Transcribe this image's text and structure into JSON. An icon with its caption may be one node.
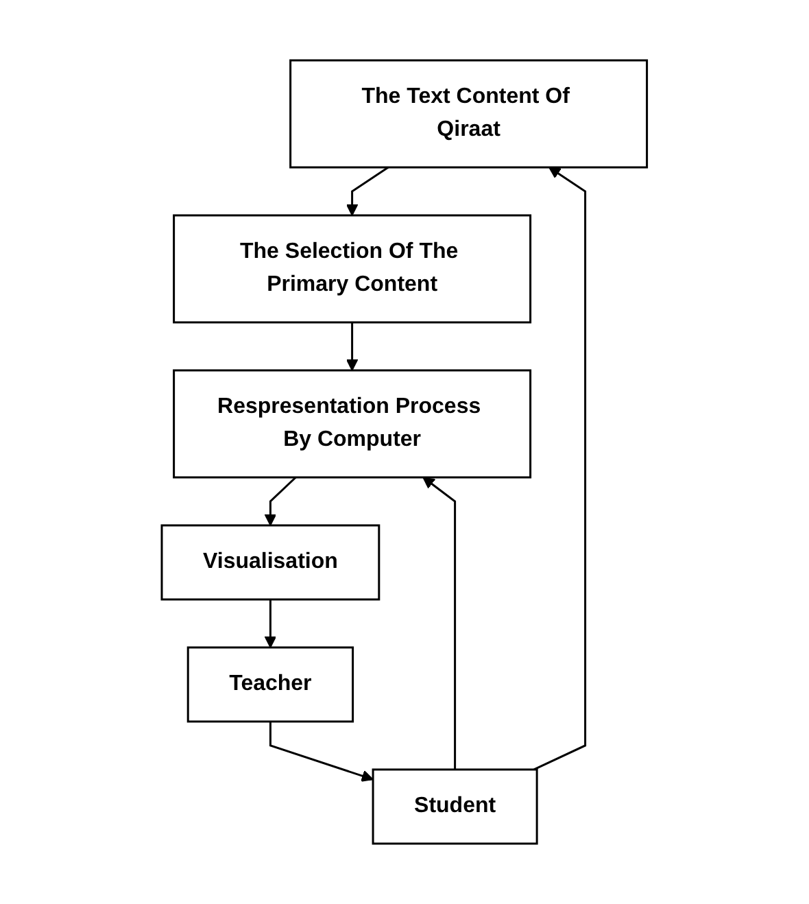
{
  "diagram": {
    "nodes": [
      {
        "text": [
          "The Text Content Of Qiraat"
        ]
      },
      {
        "text": [
          "The Selection Of The Primary Content"
        ]
      },
      {
        "text": [
          "Respresentation Process By Computer"
        ]
      },
      {
        "text": [
          "Visualisation"
        ]
      },
      {
        "text": [
          "Teacher"
        ]
      },
      {
        "text": [
          "Student"
        ]
      }
    ],
    "edges": [
      {
        "from": 0,
        "to": 1,
        "arrow": "to"
      },
      {
        "from": 1,
        "to": 2,
        "arrow": "to"
      },
      {
        "from": 2,
        "to": 3,
        "arrow": "to"
      },
      {
        "from": 3,
        "to": 4,
        "arrow": "to"
      },
      {
        "from": 4,
        "to": 5,
        "arrow": "to"
      },
      {
        "from": 5,
        "to": 0,
        "arrow": "to"
      },
      {
        "from": 5,
        "to": 2,
        "arrow": "to"
      }
    ]
  }
}
